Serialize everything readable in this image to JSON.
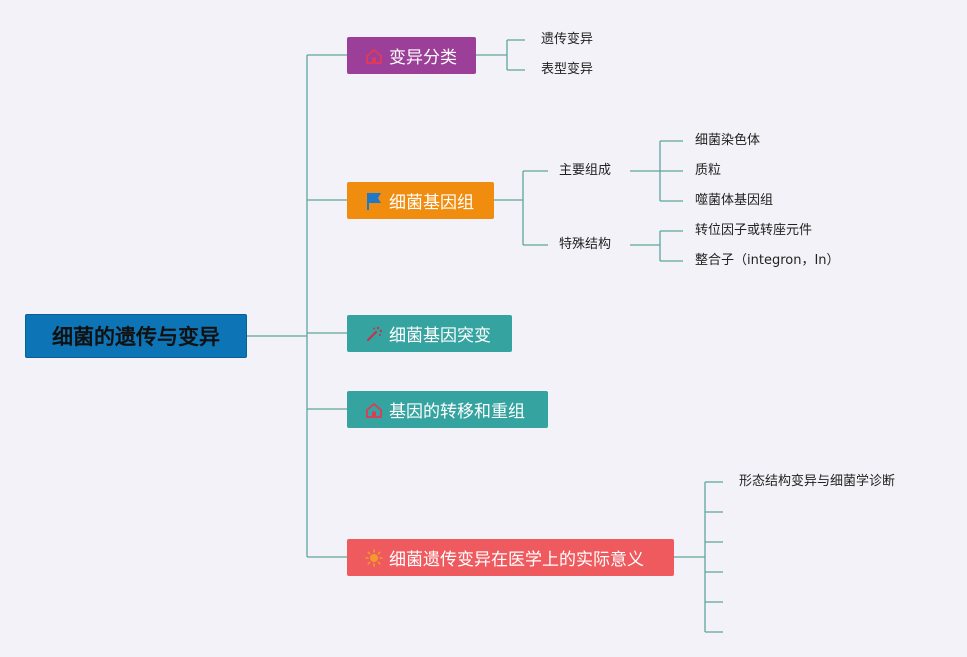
{
  "root": {
    "label": "细菌的遗传与变异",
    "color": "#0d74b6"
  },
  "branches": [
    {
      "label": "变异分类",
      "color": "#9c3f98",
      "icon": "house-icon",
      "children": [
        "遗传变异",
        "表型变异"
      ]
    },
    {
      "label": "细菌基因组",
      "color": "#f08c0e",
      "icon": "flag-icon",
      "groups": [
        {
          "label": "主要组成",
          "children": [
            "细菌染色体",
            "质粒",
            "噬菌体基因组"
          ]
        },
        {
          "label": "特殊结构",
          "children": [
            "转位因子或转座元件",
            "整合子（integron，In）"
          ]
        }
      ]
    },
    {
      "label": "细菌基因突变",
      "color": "#35a3a0",
      "icon": "magic-wand-icon"
    },
    {
      "label": "基因的转移和重组",
      "color": "#35a3a0",
      "icon": "house-icon"
    },
    {
      "label": "细菌遗传变异在医学上的实际意义",
      "color": "#ef5a5e",
      "icon": "sun-icon",
      "children": [
        "形态结构变异与细菌学诊断",
        "",
        "",
        "",
        "",
        ""
      ]
    }
  ],
  "colors": {
    "line": "#4f9a92",
    "background": "#f3f2f8"
  }
}
